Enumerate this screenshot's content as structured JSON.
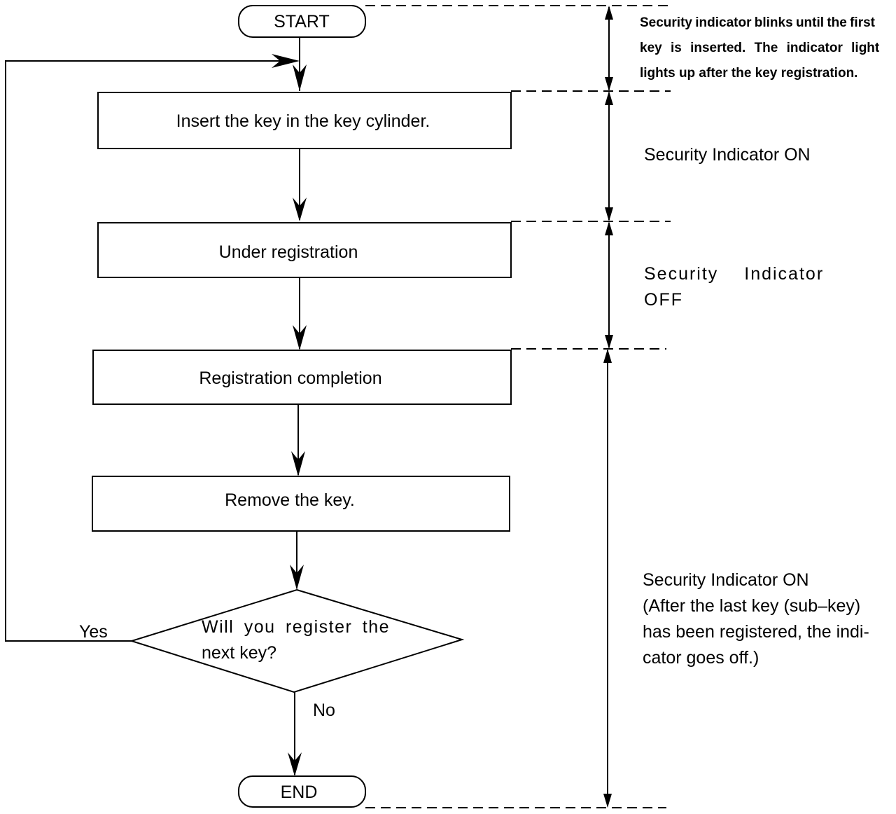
{
  "flowchart": {
    "start": "START",
    "step1": "Insert the key in the key cylinder.",
    "step2": "Under registration",
    "step3": "Registration completion",
    "step4": "Remove the key.",
    "decision": {
      "line1": "Will you register the",
      "line2": "next key?"
    },
    "yes": "Yes",
    "no": "No",
    "end": "END"
  },
  "notes": {
    "note1": {
      "line1": "Security indicator blinks until the first",
      "line2": "key is inserted. The indicator light",
      "line3": "lights up after the key registration."
    },
    "note2": "Security Indicator ON",
    "note3": {
      "line1": "Security Indicator",
      "line2": "OFF"
    },
    "note4": {
      "line1": "Security Indicator ON",
      "line2": "(After the last key (sub–key)",
      "line3": "has been registered, the indi-",
      "line4": "cator goes off.)"
    }
  }
}
